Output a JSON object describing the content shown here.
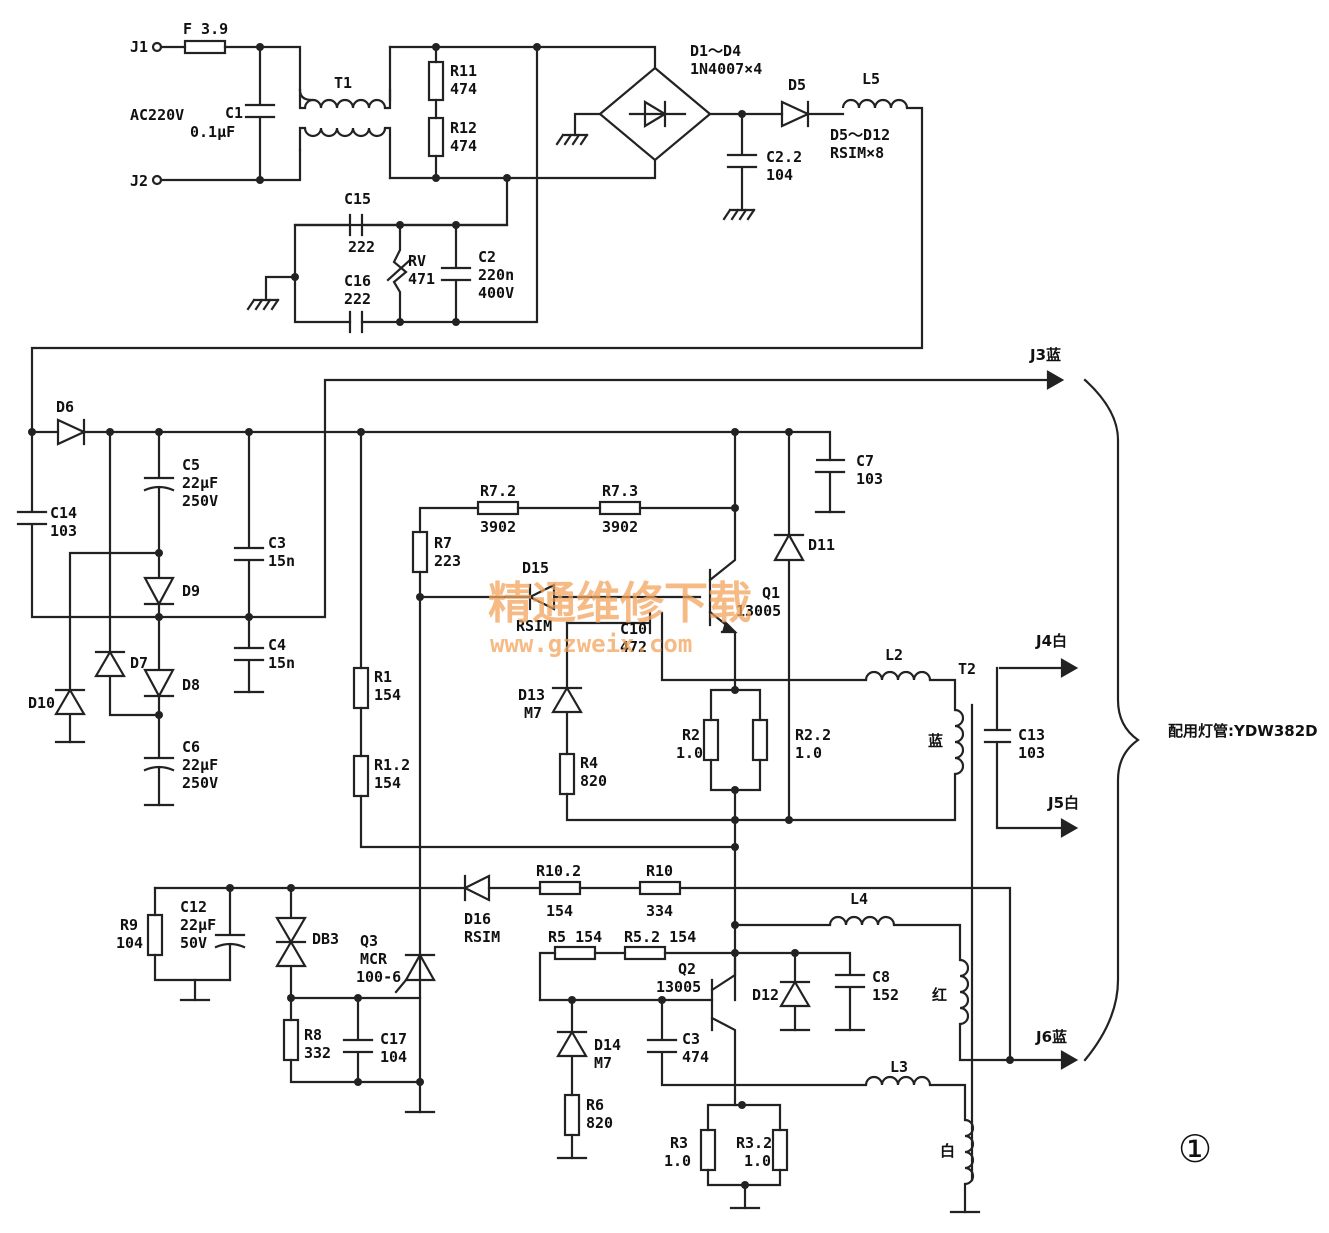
{
  "labels": {
    "J1": "J1",
    "J2": "J2",
    "AC": "AC220V",
    "F": "F 3.9",
    "T1": "T1",
    "C1": "C1",
    "C1v": "0.1μF",
    "R11": "R11",
    "R11v": "474",
    "R12": "R12",
    "R12v": "474",
    "D1D4": "D1～D4",
    "D1D4v": "1N4007×4",
    "D5": "D5",
    "L5": "L5",
    "D5D12": "D5～D12",
    "D5D12v": "RSIM×8",
    "C22": "C2.2",
    "C22v": "104",
    "C15": "C15",
    "C15v": "222",
    "C16": "C16",
    "C16v": "222",
    "RV": "RV",
    "RVv": "471",
    "C2": "C2",
    "C2v": "220n",
    "C2v2": "400V",
    "J3": "J3蓝",
    "D6": "D6",
    "C5": "C5",
    "C5v": "22μF",
    "C5v2": "250V",
    "C14": "C14",
    "C14v": "103",
    "C3": "C3",
    "C3v": "15n",
    "C4": "C4",
    "C4v": "15n",
    "D9": "D9",
    "D7": "D7",
    "D8": "D8",
    "D10": "D10",
    "C6": "C6",
    "C6v": "22μF",
    "C6v2": "250V",
    "C7": "C7",
    "C7v": "103",
    "R72": "R7.2",
    "R72v": "3902",
    "R73": "R7.3",
    "R73v": "3902",
    "R7": "R7",
    "R7v": "223",
    "D11": "D11",
    "D15": "D15",
    "D15v": "RSIM",
    "Q1": "Q1",
    "Q1v": "13005",
    "C10": "C10",
    "C10v": "472",
    "L2": "L2",
    "T2": "T2",
    "J4": "J4白",
    "D13": "D13",
    "D13v": "M7",
    "R2": "R2",
    "R2v": "1.0",
    "R22": "R2.2",
    "R22v": "1.0",
    "blue": "蓝",
    "C13": "C13",
    "C13v": "103",
    "R4": "R4",
    "R4v": "820",
    "J5": "J5白",
    "R1": "R1",
    "R1v": "154",
    "R12b": "R1.2",
    "R12bv": "154",
    "lamp": "配用灯管:YDW382D",
    "R102": "R10.2",
    "R102v": "154",
    "R10": "R10",
    "R10v": "334",
    "D16": "D16",
    "D16v": "RSIM",
    "R9": "R9",
    "R9v": "104",
    "C12": "C12",
    "C12v": "22μF",
    "C12v2": "50V",
    "DB3": "DB3",
    "Q3": "Q3",
    "Q3v": "MCR",
    "Q3v2": "100-6",
    "L4": "L4",
    "R5": "R5  154",
    "R52": "R5.2  154",
    "Q2": "Q2",
    "Q2v": "13005",
    "D12": "D12",
    "C8": "C8",
    "C8v": "152",
    "red": "红",
    "J6": "J6蓝",
    "R8": "R8",
    "R8v": "332",
    "C17": "C17",
    "C17v": "104",
    "D14": "D14",
    "D14v": "M7",
    "C3b": "C3",
    "C3bv": "474",
    "L3": "L3",
    "R6": "R6",
    "R6v": "820",
    "R3": "R3",
    "R3v": "1.0",
    "R32": "R3.2",
    "R32v": "1.0",
    "white": "白",
    "fig": "①"
  },
  "watermark": {
    "cn": "精通维修下载",
    "url": "www.gzweix.com"
  }
}
